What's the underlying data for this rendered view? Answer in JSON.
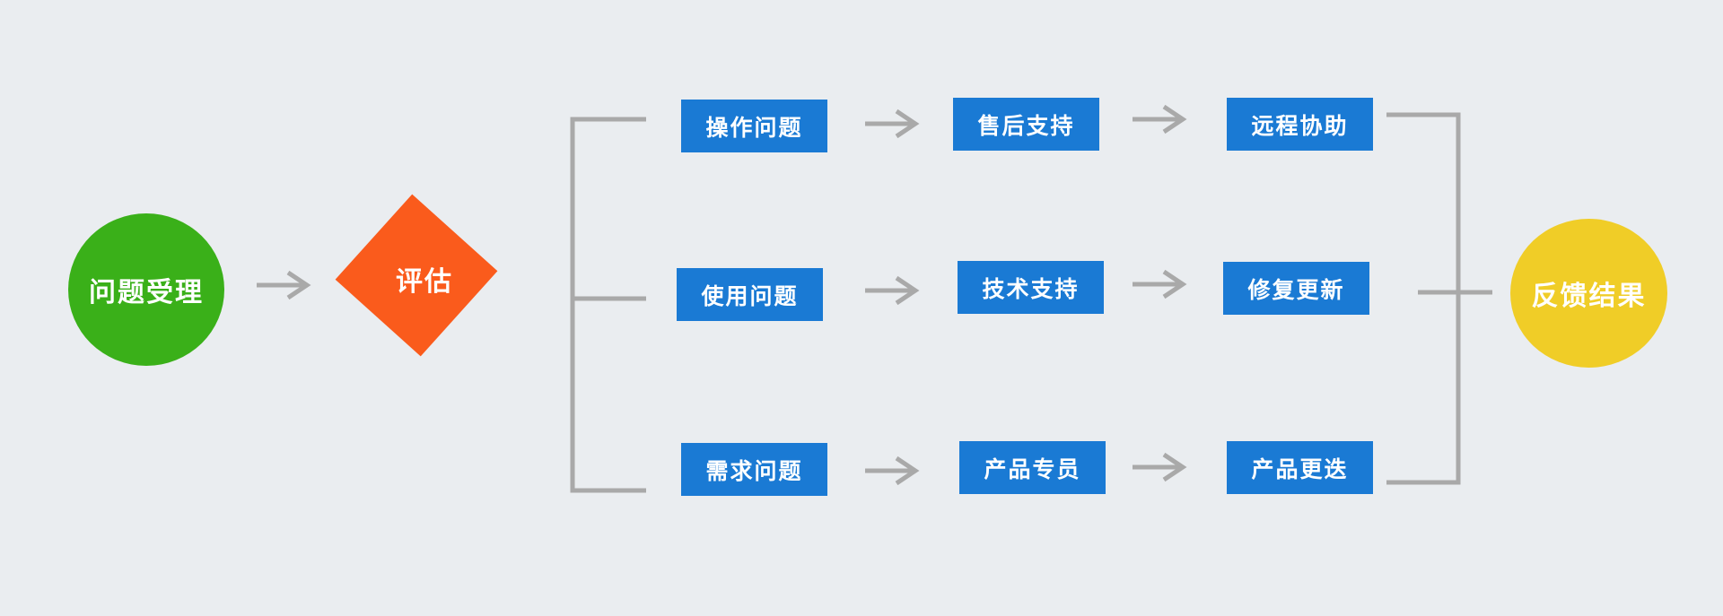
{
  "start": {
    "label": "问题受理"
  },
  "decision": {
    "label": "评估"
  },
  "branches": [
    {
      "category": "操作问题",
      "handler": "售后支持",
      "action": "远程协助"
    },
    {
      "category": "使用问题",
      "handler": "技术支持",
      "action": "修复更新"
    },
    {
      "category": "需求问题",
      "handler": "产品专员",
      "action": "产品更迭"
    }
  ],
  "end": {
    "label": "反馈结果"
  },
  "colors": {
    "background": "#eaedf0",
    "start": "#3ab019",
    "decision": "#fa5b1c",
    "box": "#1a7ad4",
    "end": "#f0cd27",
    "connector": "#a9a9a9",
    "text": "#ffffff"
  }
}
